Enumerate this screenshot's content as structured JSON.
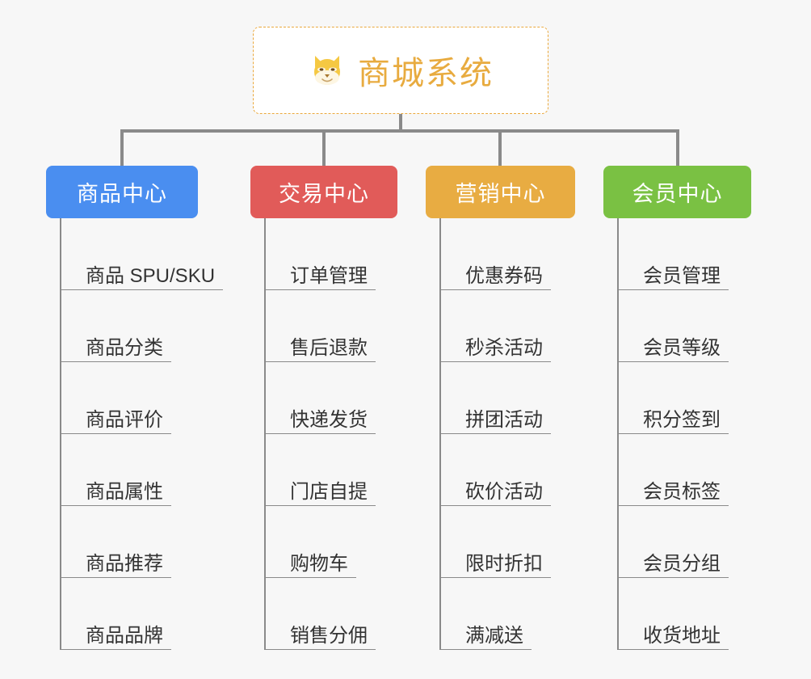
{
  "background_color": "#f7f7f7",
  "root": {
    "title": "商城系统",
    "icon": "shiba-dog-face-icon",
    "text_color": "#e8ab3f",
    "border_color": "#eaa83c",
    "fill_color": "#ffffff"
  },
  "connector_color": "#8a8a8a",
  "columns": [
    {
      "title": "商品中心",
      "color": "#4a8ef0",
      "items": [
        "商品 SPU/SKU",
        "商品分类",
        "商品评价",
        "商品属性",
        "商品推荐",
        "商品品牌"
      ]
    },
    {
      "title": "交易中心",
      "color": "#e15b59",
      "items": [
        "订单管理",
        "售后退款",
        "快递发货",
        "门店自提",
        "购物车",
        "销售分佣"
      ]
    },
    {
      "title": "营销中心",
      "color": "#e8ac42",
      "items": [
        "优惠券码",
        "秒杀活动",
        "拼团活动",
        "砍价活动",
        "限时折扣",
        "满减送"
      ]
    },
    {
      "title": "会员中心",
      "color": "#7ac143",
      "items": [
        "会员管理",
        "会员等级",
        "积分签到",
        "会员标签",
        "会员分组",
        "收货地址"
      ]
    }
  ]
}
